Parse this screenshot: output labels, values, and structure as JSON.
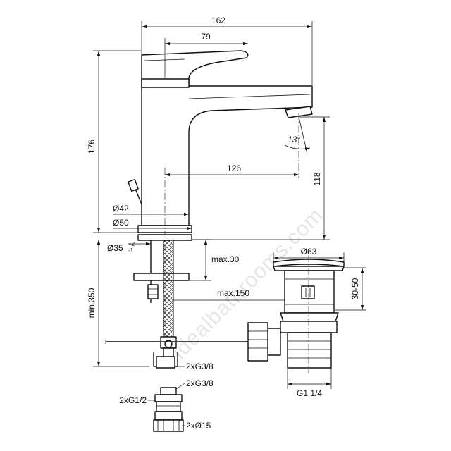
{
  "watermark": "idealbathrooms.com",
  "dimensions": {
    "overall_width": "162",
    "handle_offset": "79",
    "height": "176",
    "spout_reach": "126",
    "spout_height": "118",
    "angle": "13°",
    "base_diameter_42": "Ø42",
    "base_diameter_50": "Ø50",
    "hole_diameter": "Ø35",
    "hole_tol_plus": "+2",
    "hole_tol_minus": "-1",
    "max_30": "max.30",
    "max_150": "max.150",
    "min_350": "min.350",
    "waste_diameter": "Ø63",
    "waste_height": "30-50",
    "waste_thread": "G1 1/4",
    "conn_g38_a": "2xG3/8",
    "conn_g38_b": "2xG3/8",
    "conn_g12": "2xG1/2",
    "conn_d15": "2xØ15"
  }
}
